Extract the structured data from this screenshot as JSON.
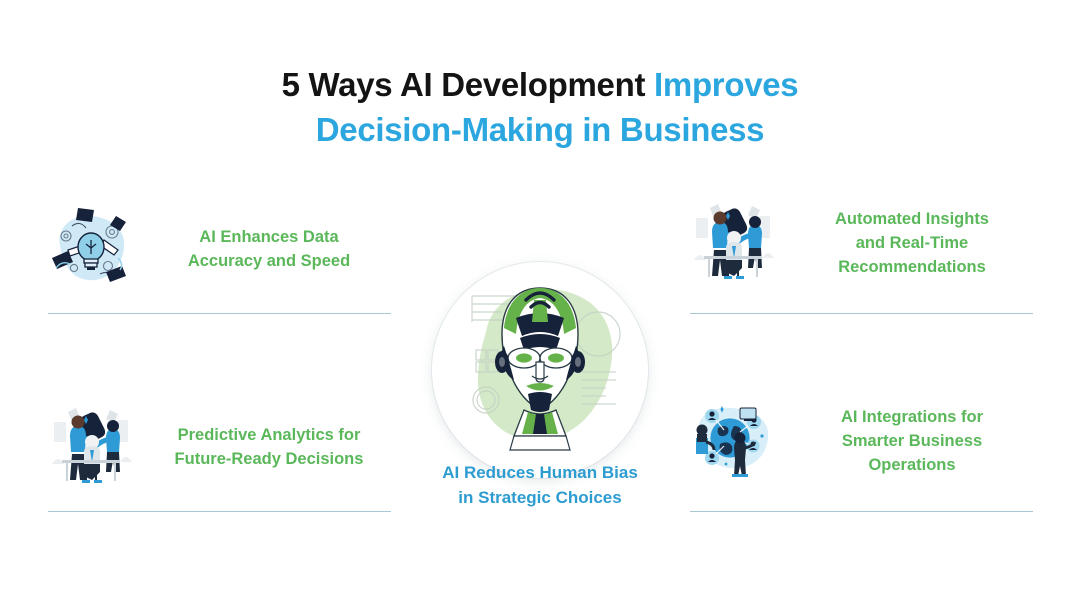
{
  "title": {
    "line1_dark": "5 Ways AI Development ",
    "line1_accent": "Improves",
    "line2": "Decision-Making in Business"
  },
  "colors": {
    "title_dark": "#141414",
    "title_accent": "#2ba6de",
    "item_text_green": "#5bb85a",
    "center_text_blue": "#2d9cd0",
    "divider": "#a9c6d4",
    "background": "#ffffff",
    "illustration_blue": "#2e9bd6",
    "illustration_light_blue": "#bfe2f2",
    "illustration_navy": "#16213a",
    "robot_green": "#66b24a",
    "robot_blob_green": "#cfe6c0"
  },
  "items": [
    {
      "id": "accuracy",
      "label": "AI Enhances Data\nAccuracy and Speed",
      "icon": "lightbulb-innovation-illustration",
      "column": "left",
      "row": "top"
    },
    {
      "id": "predictive",
      "label": "Predictive Analytics for\nFuture-Ready Decisions",
      "icon": "team-meeting-illustration",
      "column": "left",
      "row": "bottom"
    },
    {
      "id": "automated",
      "label": "Automated Insights\nand Real-Time\nRecommendations",
      "icon": "team-meeting-illustration",
      "column": "right",
      "row": "top"
    },
    {
      "id": "integrations",
      "label": "AI Integrations for\nSmarter Business\nOperations",
      "icon": "global-network-illustration",
      "column": "right",
      "row": "bottom"
    }
  ],
  "center": {
    "label": "AI Reduces Human Bias\nin Strategic Choices",
    "icon": "ai-robot-face-illustration"
  }
}
